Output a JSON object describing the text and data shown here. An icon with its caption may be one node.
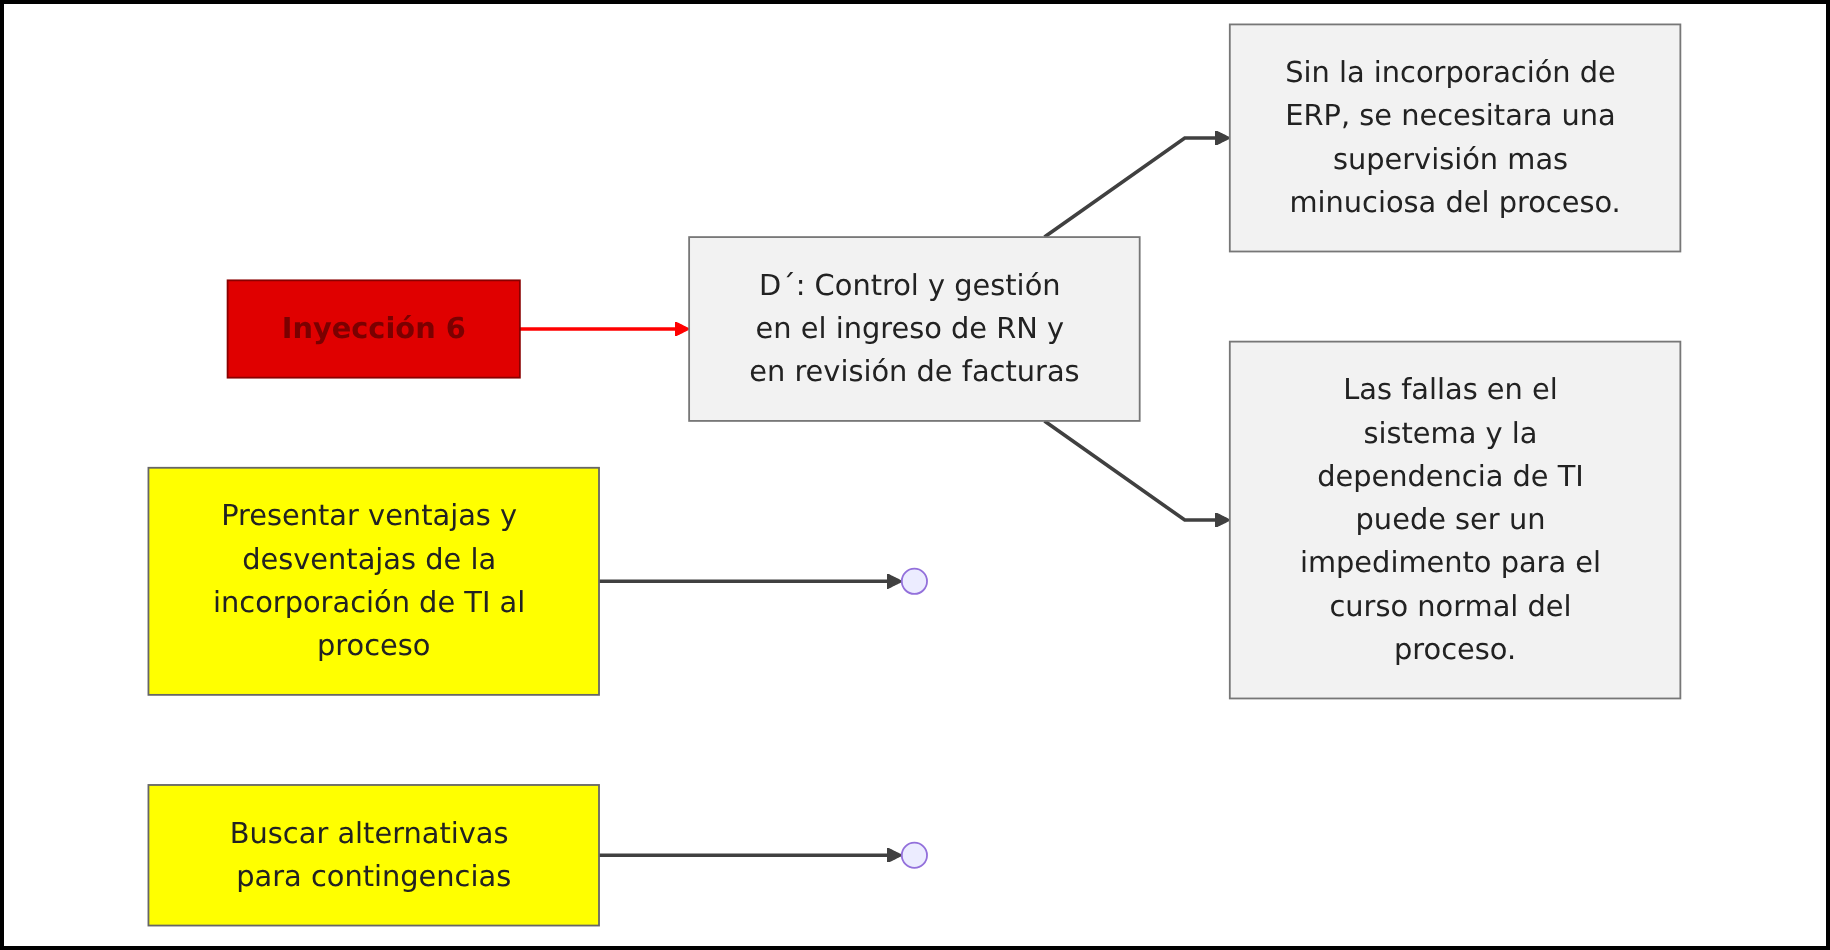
{
  "diagram": {
    "nodes": [
      {
        "text": [
          "Inyección 6"
        ]
      },
      {
        "text": [
          "D´: Control y gestión en el ingreso de RN y en revisión de facturas"
        ]
      },
      {
        "text": [
          "Presentar ventajas y desventajas de la incorporación de TI al proceso"
        ]
      },
      {
        "text": [
          "Sin la incorporación de ERP, se necesitara una supervisión mas minuciosa del proceso."
        ]
      },
      {
        "text": [
          "Buscar alternativas para contingencias"
        ]
      },
      {
        "text": [
          "Las fallas en el sistema y la dependencia de TI puede ser un impedimento para el curso normal del proceso."
        ]
      }
    ],
    "edges": [
      {
        "from": 0,
        "to": 1,
        "arrow": "to",
        "color": "#ff0000"
      },
      {
        "from": 1,
        "to": 3,
        "arrow": "to"
      },
      {
        "from": 1,
        "to": 5,
        "arrow": "to"
      },
      {
        "from": 2,
        "to": null,
        "arrow": "to"
      },
      {
        "from": 4,
        "to": null,
        "arrow": "to"
      }
    ]
  }
}
